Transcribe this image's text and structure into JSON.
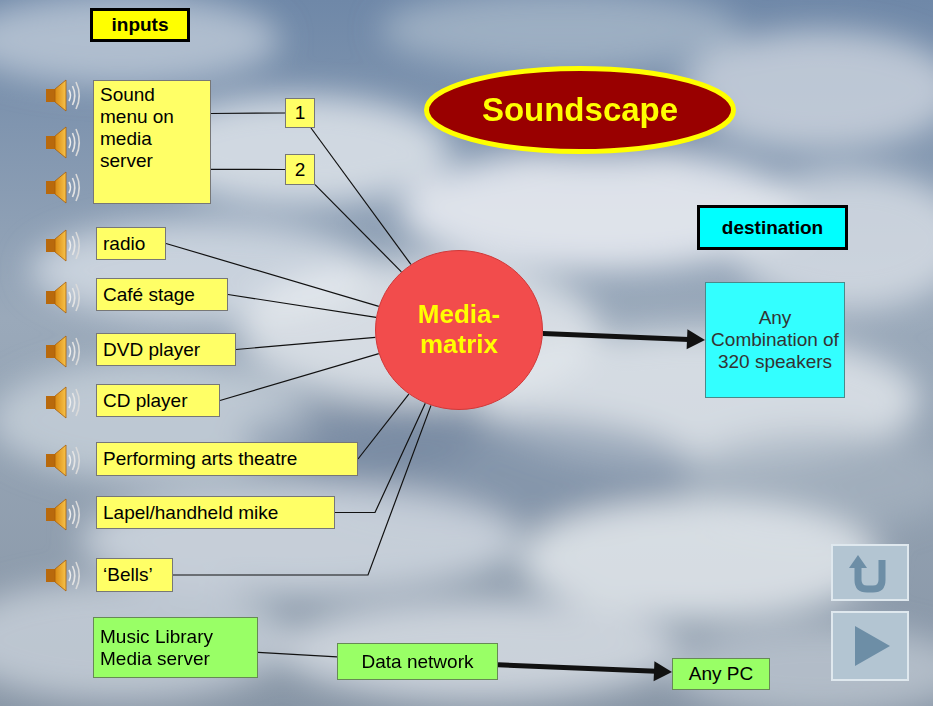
{
  "diagram": {
    "nodes": [
      {
        "text": [
          "inputs"
        ]
      },
      {
        "text": [
          "Soundscape"
        ]
      },
      {
        "text": [
          "Sound menu on media server"
        ]
      },
      {
        "text": [
          "1"
        ]
      },
      {
        "text": [
          "2"
        ]
      },
      {
        "text": [
          "destination"
        ]
      },
      {
        "text": [
          "radio"
        ]
      },
      {
        "text": [
          "Café stage"
        ]
      },
      {
        "text": [
          "Media- matrix"
        ]
      },
      {
        "text": [
          "Any Combination of 320 speakers"
        ]
      },
      {
        "text": [
          "DVD player"
        ]
      },
      {
        "text": [
          "CD player"
        ]
      },
      {
        "text": [
          "Performing arts theatre"
        ]
      },
      {
        "text": [
          "Lapel/handheld mike"
        ]
      },
      {
        "text": [
          "‘Bells’"
        ]
      },
      {
        "text": [
          "Music Library Media server"
        ]
      },
      {
        "text": [
          "Data network"
        ]
      },
      {
        "text": [
          "Any PC"
        ]
      }
    ],
    "edges": [
      {
        "from": 2,
        "to": 3,
        "arrow": "none"
      },
      {
        "from": 2,
        "to": 4,
        "arrow": "none"
      },
      {
        "from": 3,
        "to": 8,
        "arrow": "none"
      },
      {
        "from": 4,
        "to": 8,
        "arrow": "none"
      },
      {
        "from": 6,
        "to": 8,
        "arrow": "none"
      },
      {
        "from": 7,
        "to": 8,
        "arrow": "none"
      },
      {
        "from": 10,
        "to": 8,
        "arrow": "none"
      },
      {
        "from": 11,
        "to": 8,
        "arrow": "none"
      },
      {
        "from": 12,
        "to": 8,
        "arrow": "none"
      },
      {
        "from": 13,
        "to": 8,
        "arrow": "none"
      },
      {
        "from": 14,
        "to": 8,
        "arrow": "none"
      },
      {
        "from": 8,
        "to": 9,
        "arrow": "to"
      },
      {
        "from": 15,
        "to": 16,
        "arrow": "none"
      },
      {
        "from": 16,
        "to": 17,
        "arrow": "to"
      }
    ]
  }
}
